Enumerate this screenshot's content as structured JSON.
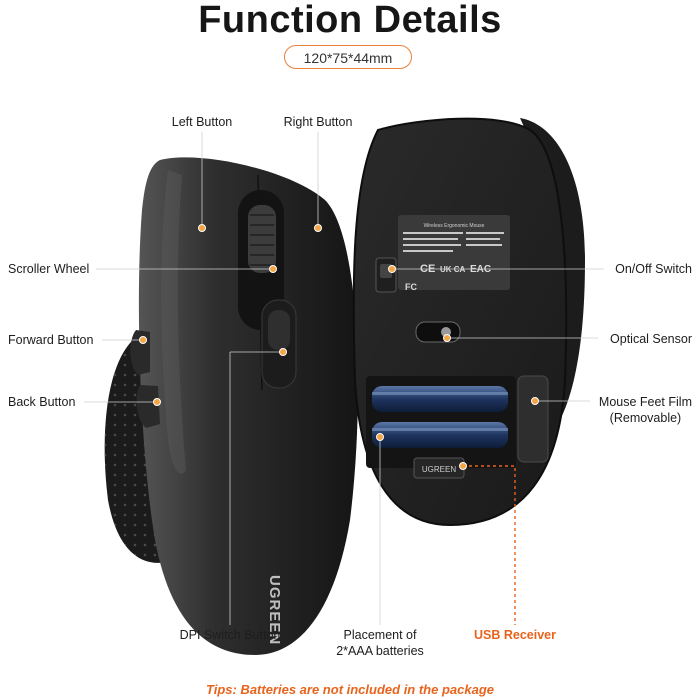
{
  "header": {
    "title": "Function Details",
    "dimensions": "120*75*44mm"
  },
  "callouts": {
    "left_button": "Left Button",
    "right_button": "Right Button",
    "scroller_wheel": "Scroller Wheel",
    "forward_button": "Forward Button",
    "back_button": "Back Button",
    "dpi_switch_button": "DPI Switch Button",
    "on_off_switch": "On/Off Switch",
    "optical_sensor": "Optical Sensor",
    "mouse_feet_film_1": "Mouse Feet Film",
    "mouse_feet_film_2": "(Removable)",
    "battery_placement_1": "Placement of",
    "battery_placement_2": "2*AAA batteries",
    "usb_receiver": "USB Receiver"
  },
  "product": {
    "brand": "UGREEN",
    "receiver_brand": "UGREEN",
    "label_title": "Wireless Ergonomic Mouse",
    "marks": [
      "CE",
      "UK CA",
      "EAC",
      "FC"
    ]
  },
  "footer": {
    "tips": "Tips: Batteries are not included in the package"
  },
  "colors": {
    "accent": "#e8641c",
    "callout_dot": "#f3a548",
    "mouse_body": "#2b2b2b"
  }
}
